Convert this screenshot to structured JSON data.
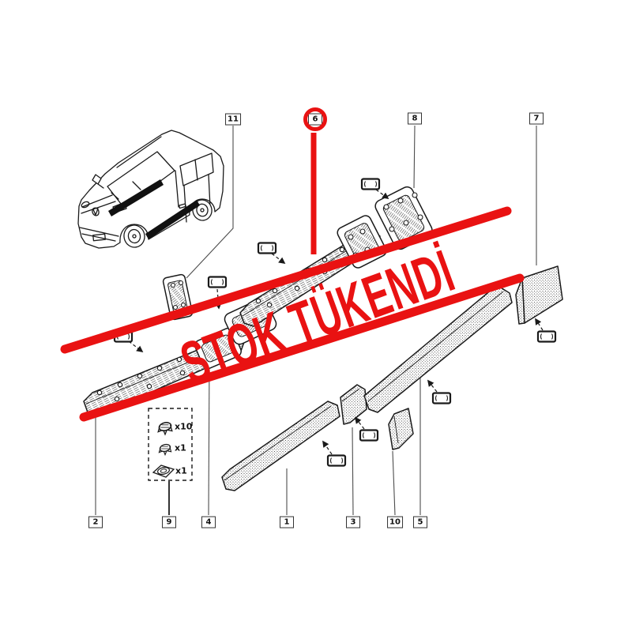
{
  "diagram": {
    "watermark_text": "STOK TÜKENDİ",
    "stamp_color": "#e91212",
    "ink_color": "#1a1a1a",
    "highlighted_part": "6"
  },
  "callouts": {
    "top": {
      "c11": "11",
      "c6": "6",
      "c8": "8",
      "c7": "7"
    },
    "bottom": {
      "c2": "2",
      "c9": "9",
      "c4": "4",
      "c1": "1",
      "c3": "3",
      "c10": "10",
      "c5": "5"
    }
  },
  "fastener_box": {
    "items": [
      {
        "icon": "spring-clip-icon",
        "qty": "x10"
      },
      {
        "icon": "spring-clip-icon",
        "qty": "x1"
      },
      {
        "icon": "grommet-icon",
        "qty": "x1"
      }
    ]
  }
}
